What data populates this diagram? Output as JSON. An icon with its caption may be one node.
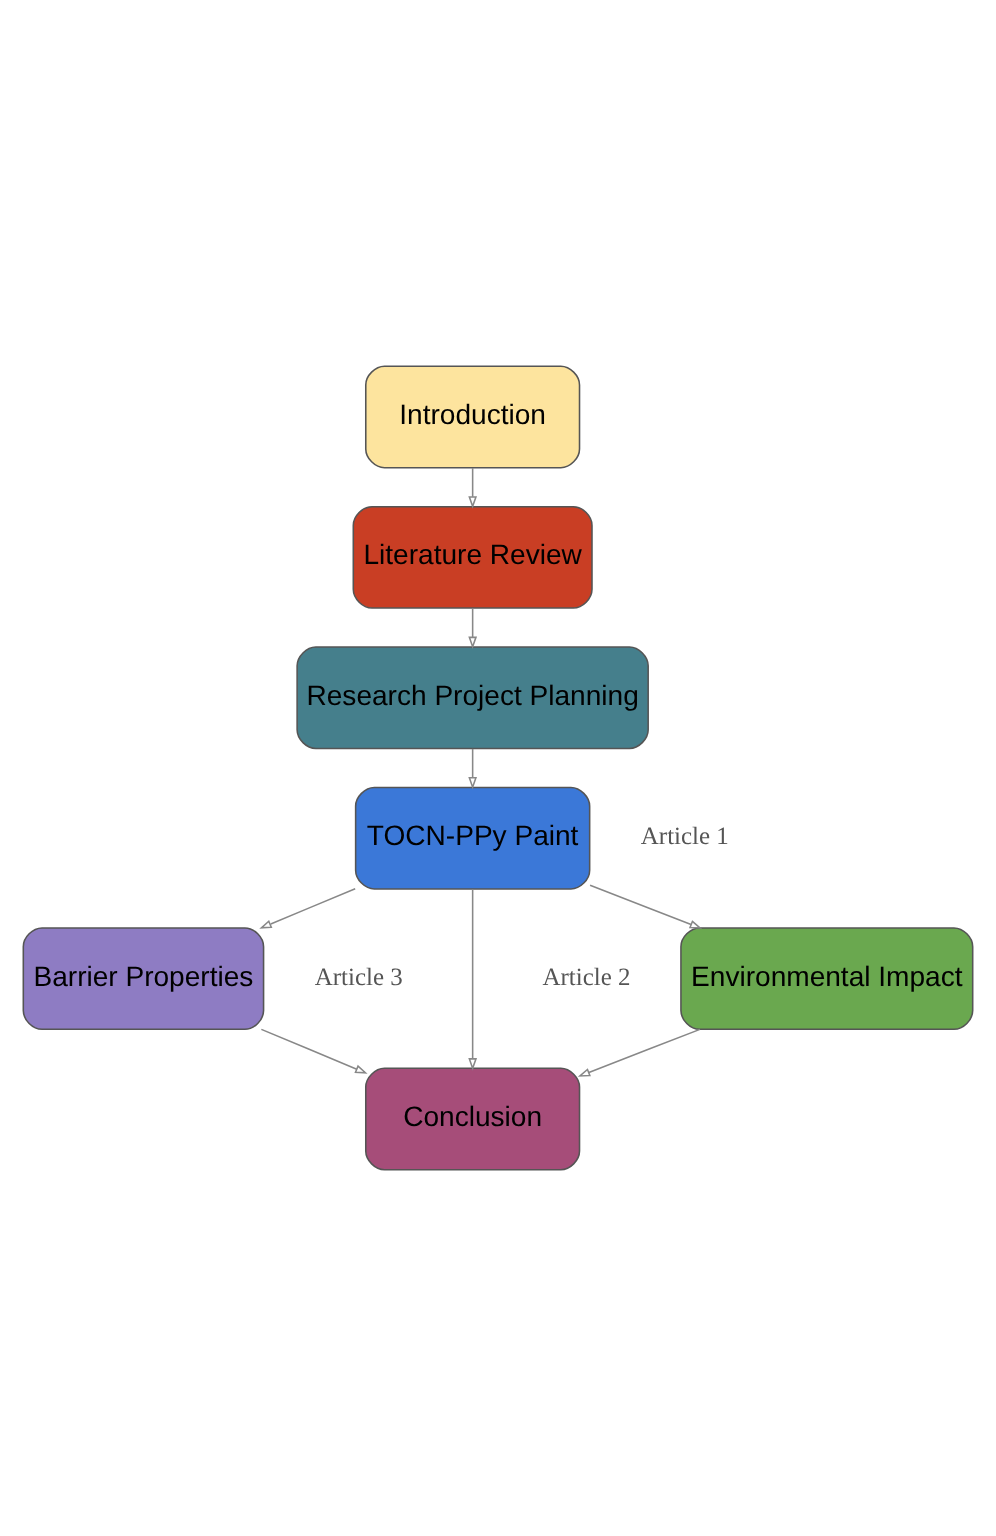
{
  "diagram": {
    "nodes": [
      {
        "text": [
          "Introduction"
        ]
      },
      {
        "text": [
          "Literature Review"
        ]
      },
      {
        "text": [
          "Research Project Planning"
        ]
      },
      {
        "text": [
          "TOCN-PPy Paint"
        ],
        "beside": [
          "Article 1"
        ]
      },
      {
        "text": [
          "Environmental Impact"
        ],
        "beside": [
          "Article 2"
        ]
      },
      {
        "text": [
          "Barrier Properties"
        ],
        "beside": [
          "Article 3"
        ]
      },
      {
        "text": [
          "Conclusion"
        ]
      }
    ],
    "edges": [
      {
        "from": 0,
        "to": 1,
        "arrow": "to"
      },
      {
        "from": 1,
        "to": 2,
        "arrow": "to"
      },
      {
        "from": 2,
        "to": 3,
        "arrow": "to"
      },
      {
        "from": 3,
        "to": 4,
        "arrow": "to"
      },
      {
        "from": 3,
        "to": 6,
        "arrow": "to"
      },
      {
        "from": 3,
        "to": 5,
        "arrow": "to"
      },
      {
        "from": 4,
        "to": 6,
        "arrow": "to"
      },
      {
        "from": 5,
        "to": 6,
        "arrow": "to"
      }
    ]
  }
}
